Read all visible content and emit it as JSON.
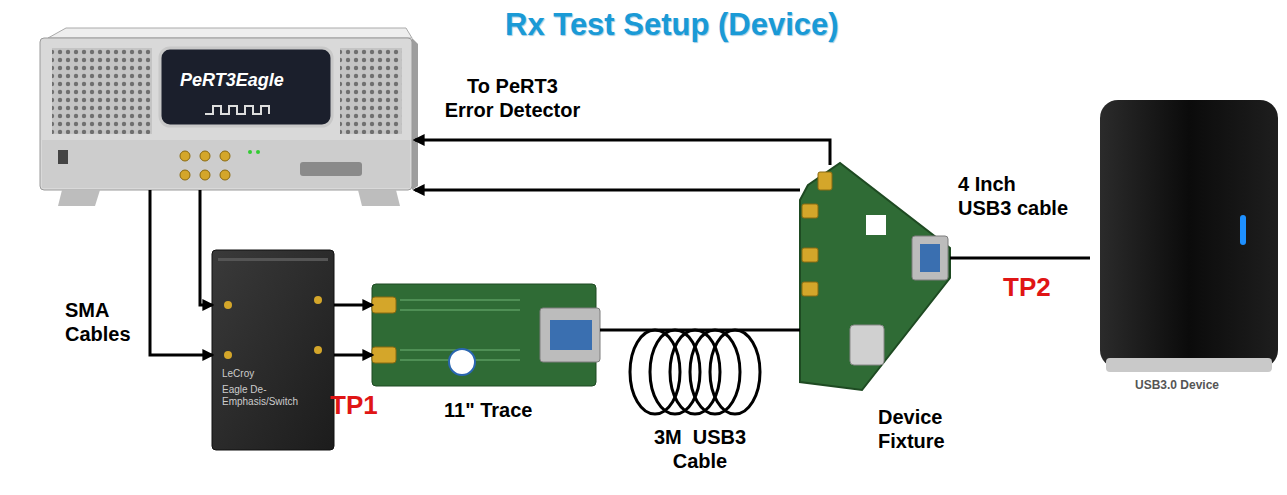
{
  "diagram": {
    "title": "Rx Test Setup (Device)",
    "nodes": [
      {
        "text": [
          "PeRT3Eagle"
        ]
      },
      {
        "text": [
          "LeCroy",
          "Eagle De-Emphasis/Switch"
        ]
      },
      {
        "text": [
          "11\" Trace"
        ]
      },
      {
        "text": [
          "Device Fixture"
        ]
      },
      {
        "text": [
          "USB3.0 Device"
        ]
      }
    ],
    "edges": [
      {
        "from": 0,
        "to": 1,
        "arrow": "to",
        "label": "SMA Cables"
      },
      {
        "from": 0,
        "to": 1,
        "arrow": "to"
      },
      {
        "from": 1,
        "to": 2,
        "arrow": "to"
      },
      {
        "from": 1,
        "to": 2,
        "arrow": "to"
      },
      {
        "from": 2,
        "to": 3,
        "arrow": "none",
        "label": "3M  USB3 Cable"
      },
      {
        "from": 3,
        "to": 0,
        "arrow": "to",
        "label": "To PeRT3 Error Detector"
      },
      {
        "from": 3,
        "to": 0,
        "arrow": "to"
      },
      {
        "from": 3,
        "to": 4,
        "arrow": "none",
        "label": "4 Inch USB3 cable"
      }
    ],
    "labels": [
      "TP1",
      "TP2"
    ]
  }
}
